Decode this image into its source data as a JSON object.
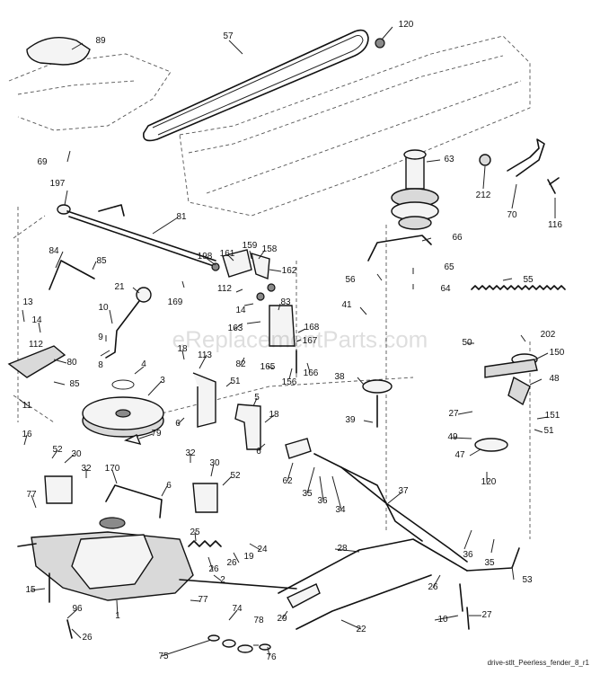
{
  "watermark": "eReplacementParts.com",
  "caption": "drive-stlt_Peerless_fender_8_r1",
  "callouts": [
    {
      "id": "c89",
      "text": "89"
    },
    {
      "id": "c57",
      "text": "57"
    },
    {
      "id": "c120a",
      "text": "120"
    },
    {
      "id": "c69",
      "text": "69"
    },
    {
      "id": "c63",
      "text": "63"
    },
    {
      "id": "c212",
      "text": "212"
    },
    {
      "id": "c70",
      "text": "70"
    },
    {
      "id": "c116",
      "text": "116"
    },
    {
      "id": "c197",
      "text": "197"
    },
    {
      "id": "c81",
      "text": "81"
    },
    {
      "id": "c66",
      "text": "66"
    },
    {
      "id": "c84",
      "text": "84"
    },
    {
      "id": "c85a",
      "text": "85"
    },
    {
      "id": "c198",
      "text": "198"
    },
    {
      "id": "c161",
      "text": "161"
    },
    {
      "id": "c159",
      "text": "159"
    },
    {
      "id": "c158",
      "text": "158"
    },
    {
      "id": "c162",
      "text": "162"
    },
    {
      "id": "c65",
      "text": "65"
    },
    {
      "id": "c56",
      "text": "56"
    },
    {
      "id": "c64",
      "text": "64"
    },
    {
      "id": "c55",
      "text": "55"
    },
    {
      "id": "c21",
      "text": "21"
    },
    {
      "id": "c169",
      "text": "169"
    },
    {
      "id": "c112a",
      "text": "112"
    },
    {
      "id": "c83",
      "text": "83"
    },
    {
      "id": "c13",
      "text": "13"
    },
    {
      "id": "c10a",
      "text": "10"
    },
    {
      "id": "c14a",
      "text": "14"
    },
    {
      "id": "c41",
      "text": "41"
    },
    {
      "id": "c14b",
      "text": "14"
    },
    {
      "id": "c163",
      "text": "163"
    },
    {
      "id": "c168",
      "text": "168"
    },
    {
      "id": "c112b",
      "text": "112"
    },
    {
      "id": "c9",
      "text": "9"
    },
    {
      "id": "c167",
      "text": "167"
    },
    {
      "id": "c202",
      "text": "202"
    },
    {
      "id": "c50",
      "text": "50"
    },
    {
      "id": "c18a",
      "text": "18"
    },
    {
      "id": "c113",
      "text": "113"
    },
    {
      "id": "c150",
      "text": "150"
    },
    {
      "id": "c80",
      "text": "80"
    },
    {
      "id": "c8",
      "text": "8"
    },
    {
      "id": "c82",
      "text": "82"
    },
    {
      "id": "c165",
      "text": "165"
    },
    {
      "id": "c156",
      "text": "156"
    },
    {
      "id": "c166",
      "text": "166"
    },
    {
      "id": "c4",
      "text": "4"
    },
    {
      "id": "c85b",
      "text": "85"
    },
    {
      "id": "c38",
      "text": "38"
    },
    {
      "id": "c48",
      "text": "48"
    },
    {
      "id": "c3",
      "text": "3"
    },
    {
      "id": "c51a",
      "text": "51"
    },
    {
      "id": "c11",
      "text": "11"
    },
    {
      "id": "c5",
      "text": "5"
    },
    {
      "id": "c6a",
      "text": "6"
    },
    {
      "id": "c18b",
      "text": "18"
    },
    {
      "id": "c27a",
      "text": "27"
    },
    {
      "id": "c39",
      "text": "39"
    },
    {
      "id": "c151",
      "text": "151"
    },
    {
      "id": "c79",
      "text": "79"
    },
    {
      "id": "c51b",
      "text": "51"
    },
    {
      "id": "c49",
      "text": "49"
    },
    {
      "id": "c16",
      "text": "16"
    },
    {
      "id": "c6b",
      "text": "6"
    },
    {
      "id": "c52a",
      "text": "52"
    },
    {
      "id": "c30a",
      "text": "30"
    },
    {
      "id": "c32a",
      "text": "32"
    },
    {
      "id": "c47",
      "text": "47"
    },
    {
      "id": "c32b",
      "text": "32"
    },
    {
      "id": "c30b",
      "text": "30"
    },
    {
      "id": "c62",
      "text": "62"
    },
    {
      "id": "c170",
      "text": "170"
    },
    {
      "id": "c52b",
      "text": "52"
    },
    {
      "id": "c120b",
      "text": "120"
    },
    {
      "id": "c35a",
      "text": "35"
    },
    {
      "id": "c36a",
      "text": "36"
    },
    {
      "id": "c34",
      "text": "34"
    },
    {
      "id": "c37",
      "text": "37"
    },
    {
      "id": "c6c",
      "text": "6"
    },
    {
      "id": "c77a",
      "text": "77"
    },
    {
      "id": "c25",
      "text": "25"
    },
    {
      "id": "c24",
      "text": "24"
    },
    {
      "id": "c28",
      "text": "28"
    },
    {
      "id": "c36b",
      "text": "36"
    },
    {
      "id": "c35b",
      "text": "35"
    },
    {
      "id": "c26a",
      "text": "26"
    },
    {
      "id": "c19",
      "text": "19"
    },
    {
      "id": "c26b",
      "text": "26"
    },
    {
      "id": "c53",
      "text": "53"
    },
    {
      "id": "c2",
      "text": "2"
    },
    {
      "id": "c26c",
      "text": "26"
    },
    {
      "id": "c15",
      "text": "15"
    },
    {
      "id": "c96",
      "text": "96"
    },
    {
      "id": "c77b",
      "text": "77"
    },
    {
      "id": "c74",
      "text": "74"
    },
    {
      "id": "c29",
      "text": "29"
    },
    {
      "id": "c10b",
      "text": "10"
    },
    {
      "id": "c27b",
      "text": "27"
    },
    {
      "id": "c1",
      "text": "1"
    },
    {
      "id": "c26d",
      "text": "26"
    },
    {
      "id": "c78",
      "text": "78"
    },
    {
      "id": "c22",
      "text": "22"
    },
    {
      "id": "c75",
      "text": "75"
    },
    {
      "id": "c76",
      "text": "76"
    }
  ]
}
